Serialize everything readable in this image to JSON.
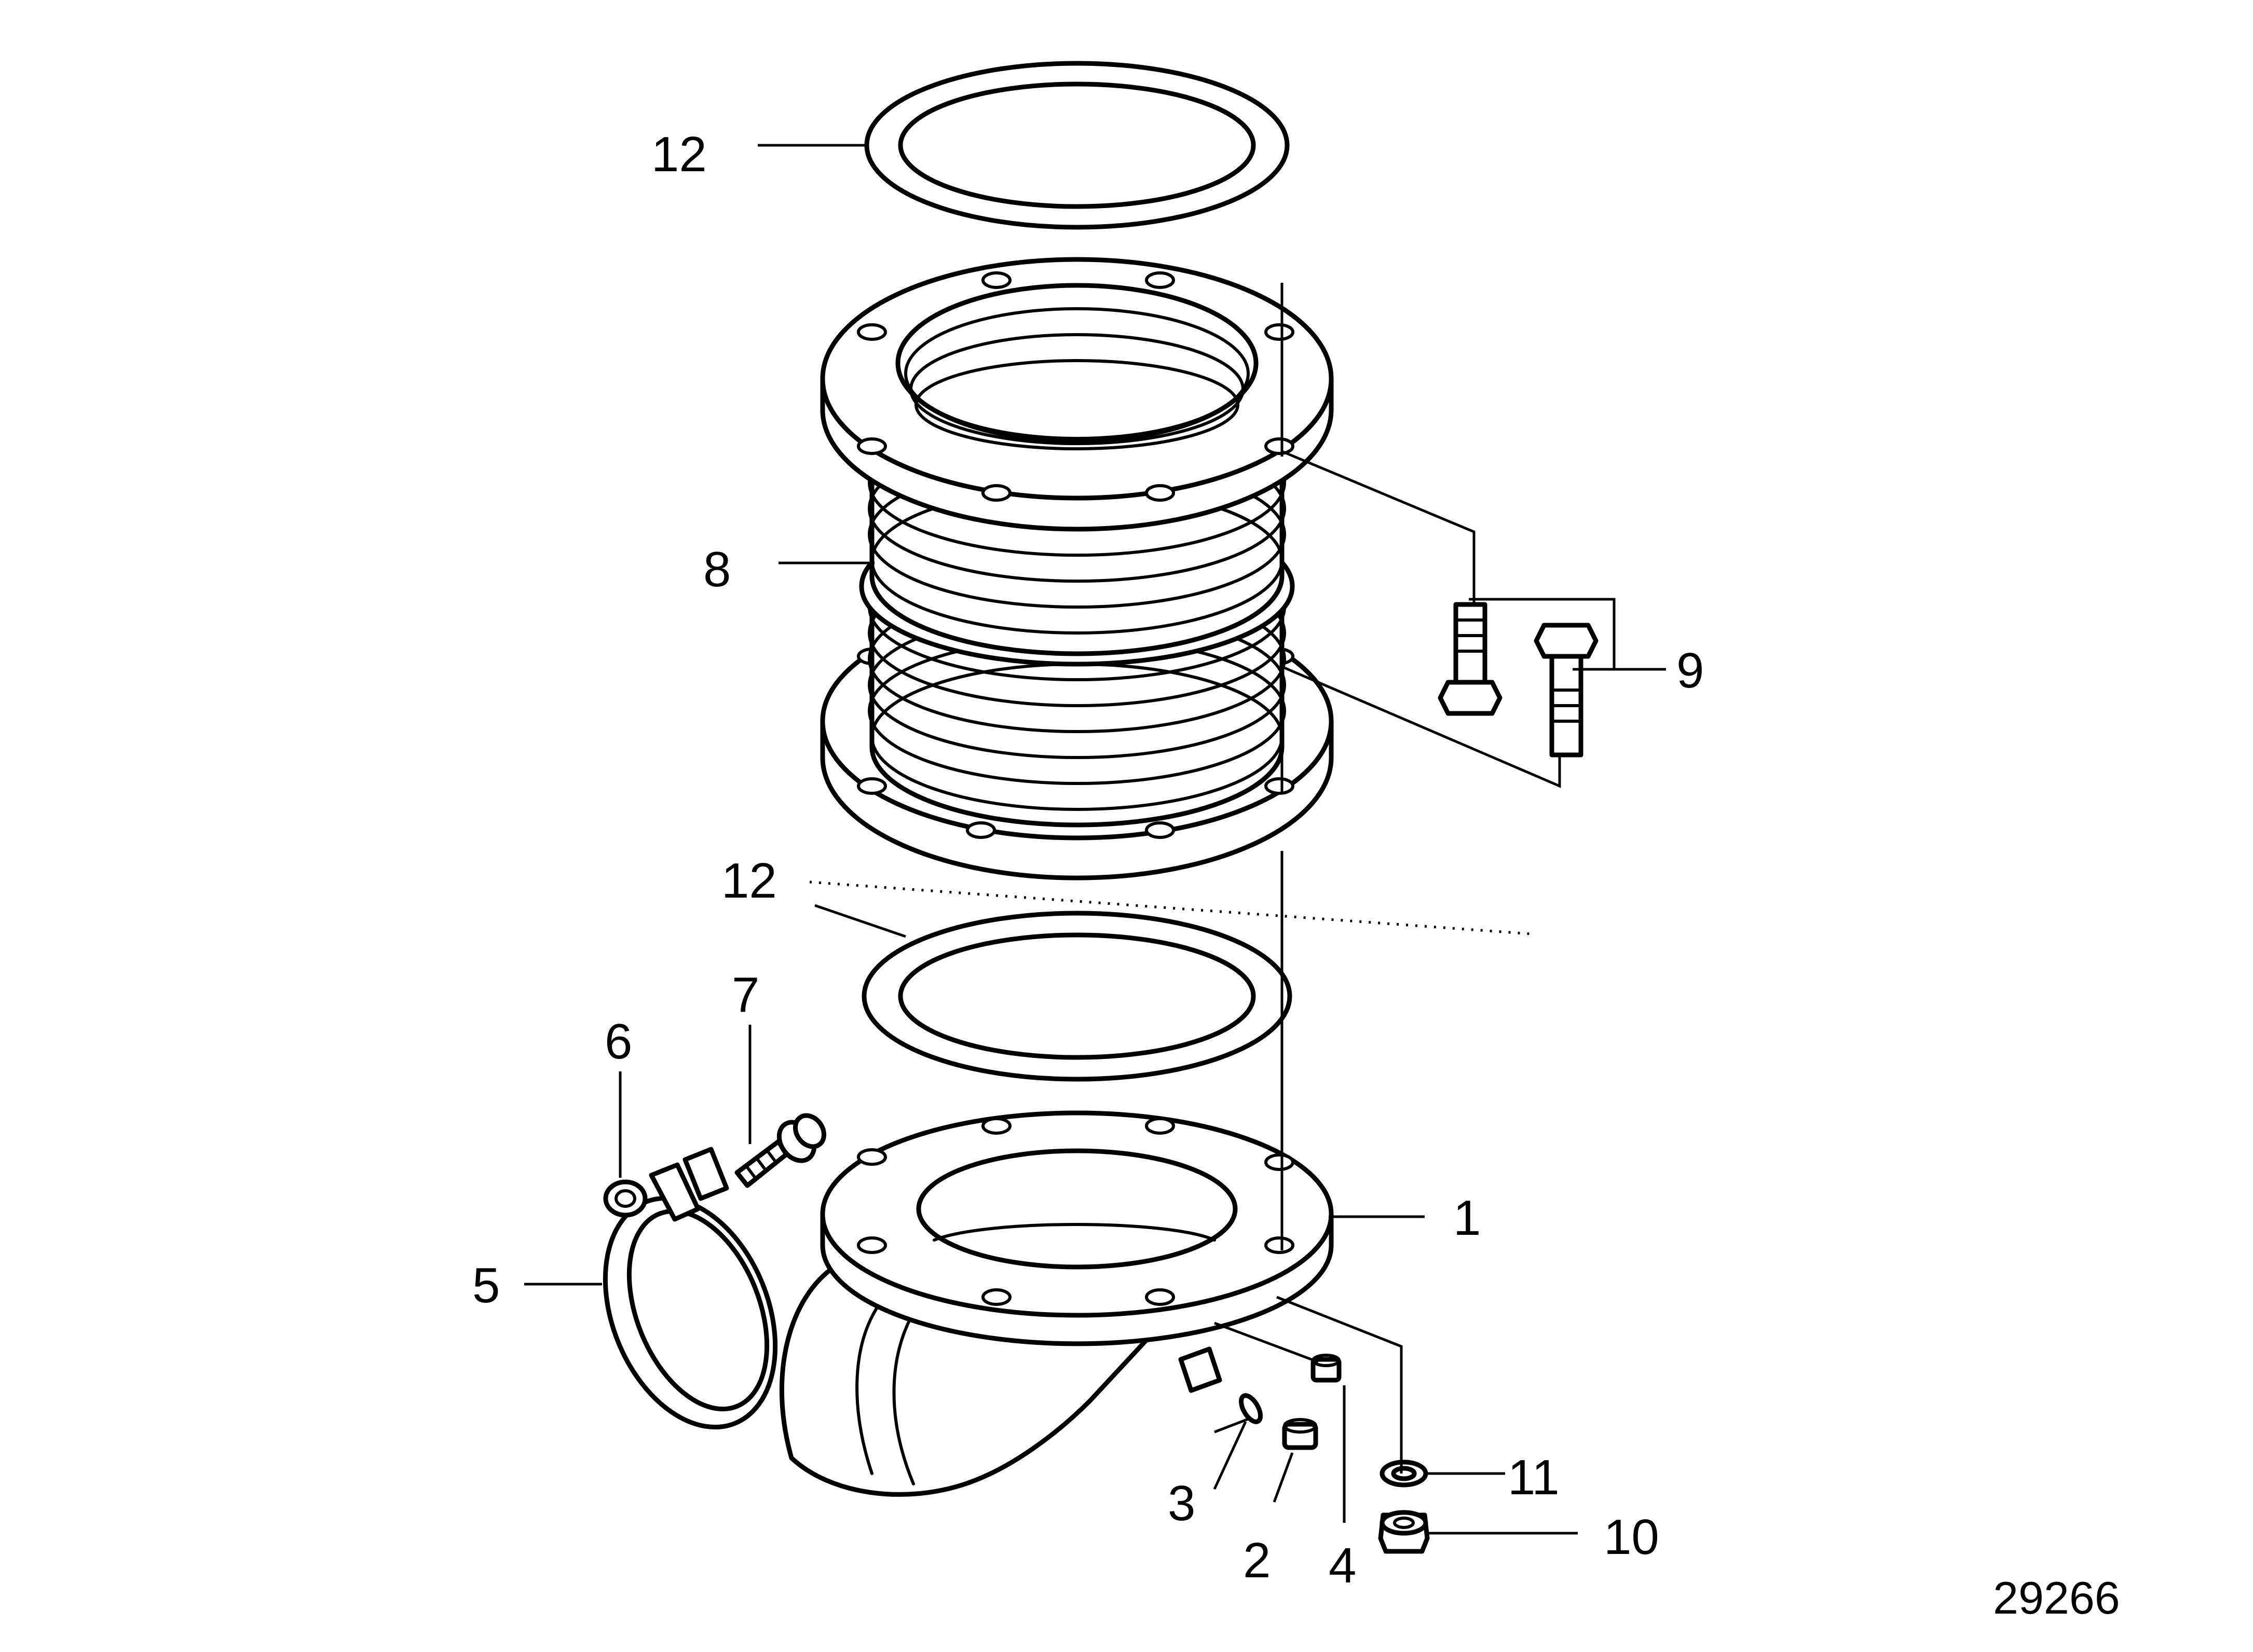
{
  "diagram": {
    "reference_number": "29266",
    "callouts": [
      {
        "id": "c12a",
        "text": "12"
      },
      {
        "id": "c8",
        "text": "8"
      },
      {
        "id": "c9",
        "text": "9"
      },
      {
        "id": "c12b",
        "text": "12"
      },
      {
        "id": "c7",
        "text": "7"
      },
      {
        "id": "c6",
        "text": "6"
      },
      {
        "id": "c1",
        "text": "1"
      },
      {
        "id": "c5",
        "text": "5"
      },
      {
        "id": "c11",
        "text": "11"
      },
      {
        "id": "c10",
        "text": "10"
      },
      {
        "id": "c3",
        "text": "3"
      },
      {
        "id": "c2",
        "text": "2"
      },
      {
        "id": "c4",
        "text": "4"
      }
    ]
  }
}
